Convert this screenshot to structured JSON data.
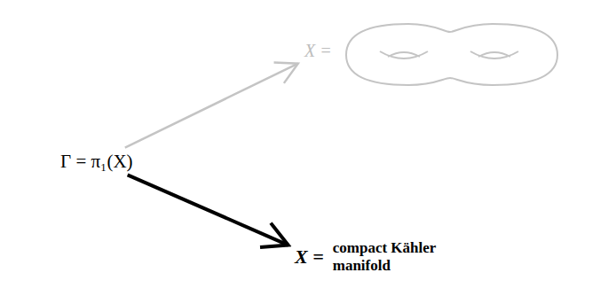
{
  "diagram": {
    "nodes": [
      {
        "text": [
          "Γ = π₁(X)"
        ]
      },
      {
        "text": [
          "X ="
        ]
      },
      {
        "text": [
          "X =",
          "compact Kähler manifold"
        ]
      }
    ],
    "edges": [
      {
        "from": 0,
        "to": 1,
        "arrow": "to"
      },
      {
        "from": 0,
        "to": 2,
        "arrow": "to"
      }
    ]
  }
}
